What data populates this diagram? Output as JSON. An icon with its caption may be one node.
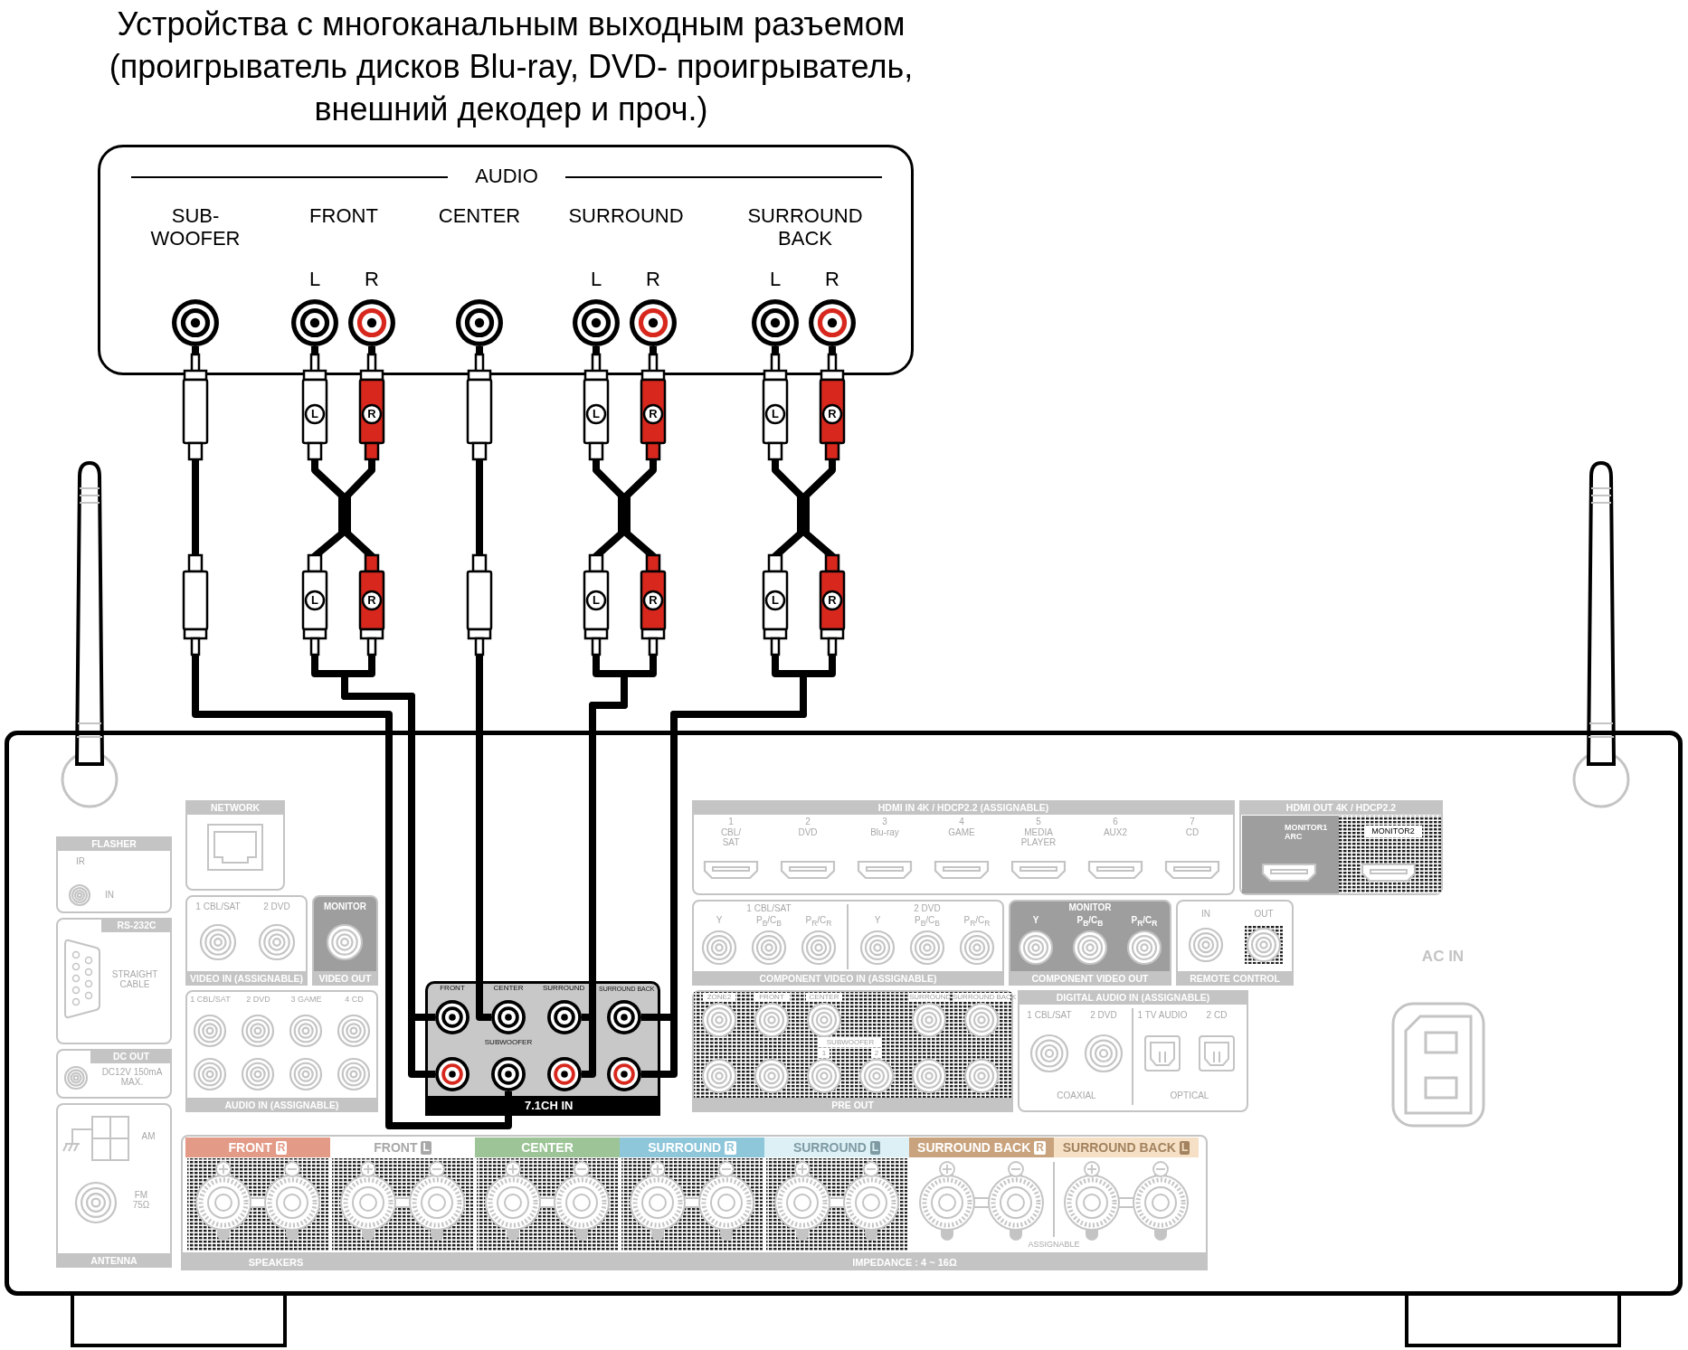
{
  "diagram": {
    "nodes": [
      {
        "text": [
          "Устройства с многоканальным выходным разъемом (проигрыватель дисков Blu-ray, DVD- проигрыватель, внешний декодер и проч.)",
          "AUDIO",
          "SUB- WOOFER",
          "FRONT",
          "CENTER",
          "SURROUND",
          "SURROUND BACK",
          "L",
          "R",
          "L",
          "R",
          "L",
          "R"
        ]
      },
      {
        "text": [],
        "shape": "circle",
        "in": 0
      },
      {
        "text": [],
        "shape": "circle",
        "in": 0
      },
      {
        "text": [],
        "shape": "circle",
        "in": 0
      },
      {
        "text": [],
        "shape": "circle",
        "in": 0
      },
      {
        "text": [],
        "shape": "circle",
        "in": 0
      },
      {
        "text": [],
        "shape": "circle",
        "in": 0
      },
      {
        "text": [],
        "shape": "circle",
        "in": 0
      },
      {
        "text": [],
        "shape": "circle",
        "in": 0
      },
      {
        "text": [
          "AC IN"
        ]
      },
      {
        "text": [
          "FLASHER",
          "IR",
          "IN"
        ],
        "in": 9
      },
      {
        "text": [
          "RS-232C",
          "STRAIGHT CABLE"
        ],
        "in": 9
      },
      {
        "text": [
          "DC OUT",
          "DC12V 150mA MAX."
        ],
        "in": 9
      },
      {
        "text": [
          "AM",
          "FM 75Ω",
          "ANTENNA"
        ],
        "in": 9
      },
      {
        "text": [
          "NETWORK"
        ],
        "in": 9
      },
      {
        "text": [
          "1 CBL/SAT",
          "2 DVD",
          "VIDEO IN (ASSIGNABLE)"
        ],
        "in": 9
      },
      {
        "text": [
          "MONITOR",
          "VIDEO OUT"
        ],
        "in": 9
      },
      {
        "text": [
          "1 CBL/SAT",
          "2 DVD",
          "3 GAME",
          "4 CD",
          "AUDIO IN (ASSIGNABLE)"
        ],
        "in": 9
      },
      {
        "text": [
          "FRONT",
          "CENTER",
          "SURROUND",
          "SURROUND BACK",
          "SUBWOOFER",
          "7.1CH IN"
        ],
        "in": 9
      },
      {
        "text": [],
        "shape": "circle",
        "in": 18
      },
      {
        "text": [],
        "shape": "circle",
        "in": 18
      },
      {
        "text": [],
        "shape": "circle",
        "in": 18
      },
      {
        "text": [],
        "shape": "circle",
        "in": 18
      },
      {
        "text": [],
        "shape": "circle",
        "in": 18
      },
      {
        "text": [],
        "shape": "circle",
        "in": 18
      },
      {
        "text": [],
        "shape": "circle",
        "in": 18
      },
      {
        "text": [],
        "shape": "circle",
        "in": 18
      },
      {
        "text": [
          "HDMI IN 4K / HDCP2.2 (ASSIGNABLE)",
          "1",
          "CBL/ SAT",
          "2",
          "DVD",
          "3",
          "Blu-ray",
          "4",
          "GAME",
          "5",
          "MEDIA PLAYER",
          "6",
          "AUX2",
          "7",
          "CD"
        ],
        "in": 9
      },
      {
        "text": [
          "HDMI OUT 4K / HDCP2.2",
          "MONITOR1 ARC",
          "MONITOR2"
        ],
        "in": 9
      },
      {
        "text": [
          "1 CBL/SAT",
          "2 DVD",
          "Y",
          "P$_{B}$/C$_{B}$",
          "P$_{R}$/C$_{R}$",
          "Y",
          "P$_{B}$/C$_{B}$",
          "P$_{R}$/C$_{R}$",
          "COMPONENT VIDEO IN (ASSIGNABLE)"
        ],
        "in": 9
      },
      {
        "text": [
          "MONITOR",
          "Y",
          "P$_{B}$/C$_{B}$",
          "P$_{R}$/C$_{R}$",
          "COMPONENT VIDEO OUT"
        ],
        "in": 9
      },
      {
        "text": [
          "IN",
          "OUT",
          "REMOTE CONTROL"
        ],
        "in": 9
      },
      {
        "text": [
          "DIGITAL AUDIO IN (ASSIGNABLE)",
          "1 CBL/SAT",
          "2 DVD",
          "1 TV AUDIO",
          "2 CD",
          "COAXIAL",
          "OPTICAL"
        ],
        "in": 9
      },
      {
        "text": [
          "ZONE2",
          "FRONT",
          "CENTER",
          "SURROUND",
          "SURROUND BACK",
          "SUBWOOFER",
          "1",
          "2",
          "PRE OUT"
        ],
        "in": 9
      },
      {
        "text": [
          "ASSIGNABLE",
          "SPEAKERS",
          "IMPEDANCE : 4 ~ 16Ω"
        ],
        "in": 9
      },
      {
        "text": [
          "FRONT",
          "R"
        ],
        "in": 34
      },
      {
        "text": [
          "FRONT",
          "L"
        ],
        "in": 34
      },
      {
        "text": [
          "CENTER"
        ],
        "in": 34
      },
      {
        "text": [
          "SURROUND",
          "R"
        ],
        "in": 34
      },
      {
        "text": [
          "SURROUND",
          "L"
        ],
        "in": 34
      },
      {
        "text": [
          "SURROUND BACK",
          "R"
        ],
        "in": 34
      },
      {
        "text": [
          "SURROUND BACK",
          "L"
        ],
        "in": 34
      }
    ],
    "edges": [
      {
        "from": 1,
        "to": 24,
        "arrow": "other"
      },
      {
        "from": 2,
        "to": 19,
        "arrow": "other"
      },
      {
        "from": 3,
        "to": 23,
        "arrow": "other"
      },
      {
        "from": 4,
        "to": 20,
        "arrow": "other"
      },
      {
        "from": 5,
        "to": 21,
        "arrow": "other"
      },
      {
        "from": 6,
        "to": 25,
        "arrow": "other"
      },
      {
        "from": 7,
        "to": 22,
        "arrow": "other"
      },
      {
        "from": 8,
        "to": 26,
        "arrow": "other"
      }
    ],
    "labels": [
      "L",
      "R",
      "L",
      "R",
      "L",
      "R",
      "L",
      "R",
      "L",
      "R",
      "L",
      "R"
    ]
  }
}
